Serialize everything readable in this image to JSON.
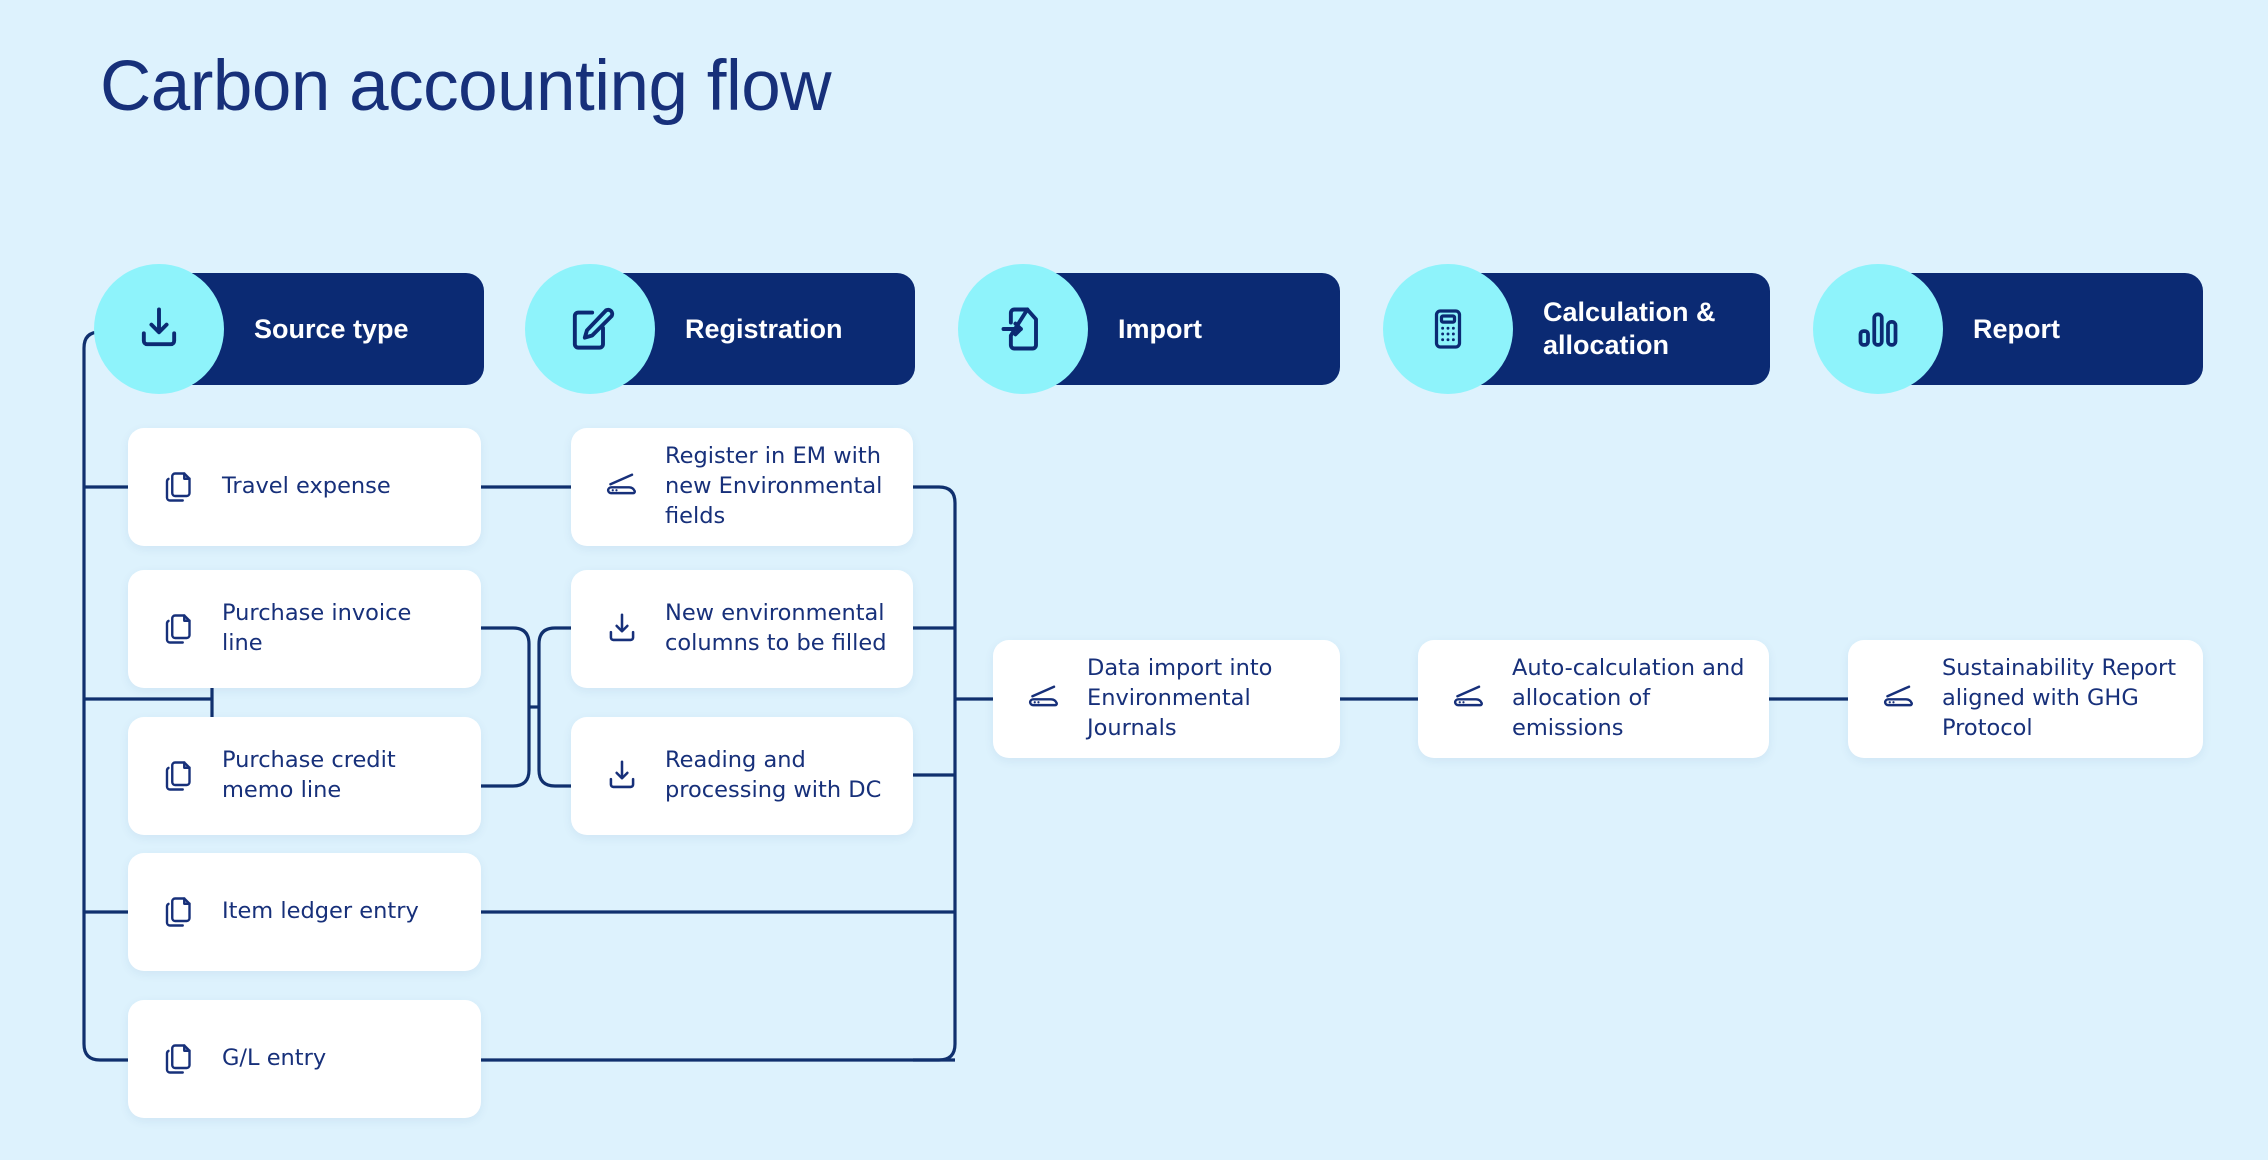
{
  "page": {
    "title": "Carbon accounting flow",
    "background_color": "#ddf2fd",
    "accent_dark": "#0b2a73",
    "accent_bubble": "#8ef3fb",
    "text_navy": "#17307a",
    "connector_color": "#10306e"
  },
  "stages": [
    {
      "id": "source-type",
      "label": "Source type",
      "icon": "download-tray-icon"
    },
    {
      "id": "registration",
      "label": "Registration",
      "icon": "document-pencil-icon"
    },
    {
      "id": "import",
      "label": "Import",
      "icon": "document-arrow-in-icon"
    },
    {
      "id": "calculation",
      "label": "Calculation &\nallocation",
      "icon": "calculator-icon"
    },
    {
      "id": "report",
      "label": "Report",
      "icon": "bar-chart-icon"
    }
  ],
  "source_items": [
    {
      "id": "travel-expense",
      "label": "Travel expense",
      "icon": "copy-documents-icon"
    },
    {
      "id": "purchase-invoice-line",
      "label": "Purchase invoice\nline",
      "icon": "copy-documents-icon"
    },
    {
      "id": "purchase-credit-memo-line",
      "label": "Purchase credit\nmemo line",
      "icon": "copy-documents-icon"
    },
    {
      "id": "item-ledger-entry",
      "label": "Item ledger entry",
      "icon": "copy-documents-icon"
    },
    {
      "id": "gl-entry",
      "label": "G/L entry",
      "icon": "copy-documents-icon"
    }
  ],
  "registration_items": [
    {
      "id": "register-in-em",
      "label": "Register in EM with\nnew Environmental\nfields",
      "icon": "scanner-icon"
    },
    {
      "id": "new-environmental-columns",
      "label": "New environmental\ncolumns to be filled",
      "icon": "download-tray-icon"
    },
    {
      "id": "reading-processing-dc",
      "label": "Reading and\nprocessing with DC",
      "icon": "download-tray-icon"
    }
  ],
  "outcome_items": [
    {
      "id": "data-import-journals",
      "label": "Data import into\nEnvironmental\nJournals",
      "icon": "scanner-icon"
    },
    {
      "id": "auto-calculation",
      "label": "Auto-calculation and\nallocation of\nemissions",
      "icon": "scanner-icon"
    },
    {
      "id": "sustainability-report",
      "label": "Sustainability Report\naligned with GHG\nProtocol",
      "icon": "scanner-icon"
    }
  ]
}
